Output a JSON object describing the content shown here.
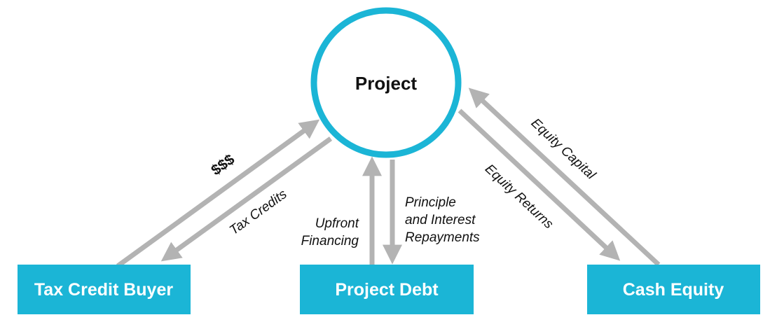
{
  "colors": {
    "accent": "#1bb5d6",
    "arrow": "#b3b3b3",
    "text_dark": "#111111",
    "text_light": "#ffffff"
  },
  "nodes": {
    "project": "Project",
    "tax_credit_buyer": "Tax Credit Buyer",
    "project_debt": "Project Debt",
    "cash_equity": "Cash Equity"
  },
  "edges": {
    "dollars": "$$$",
    "tax_credits": "Tax Credits",
    "upfront_financing_line1": "Upfront",
    "upfront_financing_line2": "Financing",
    "principle_line1": "Principle",
    "principle_line2": "and Interest",
    "principle_line3": "Repayments",
    "equity_capital": "Equity Capital",
    "equity_returns": "Equity Returns"
  }
}
